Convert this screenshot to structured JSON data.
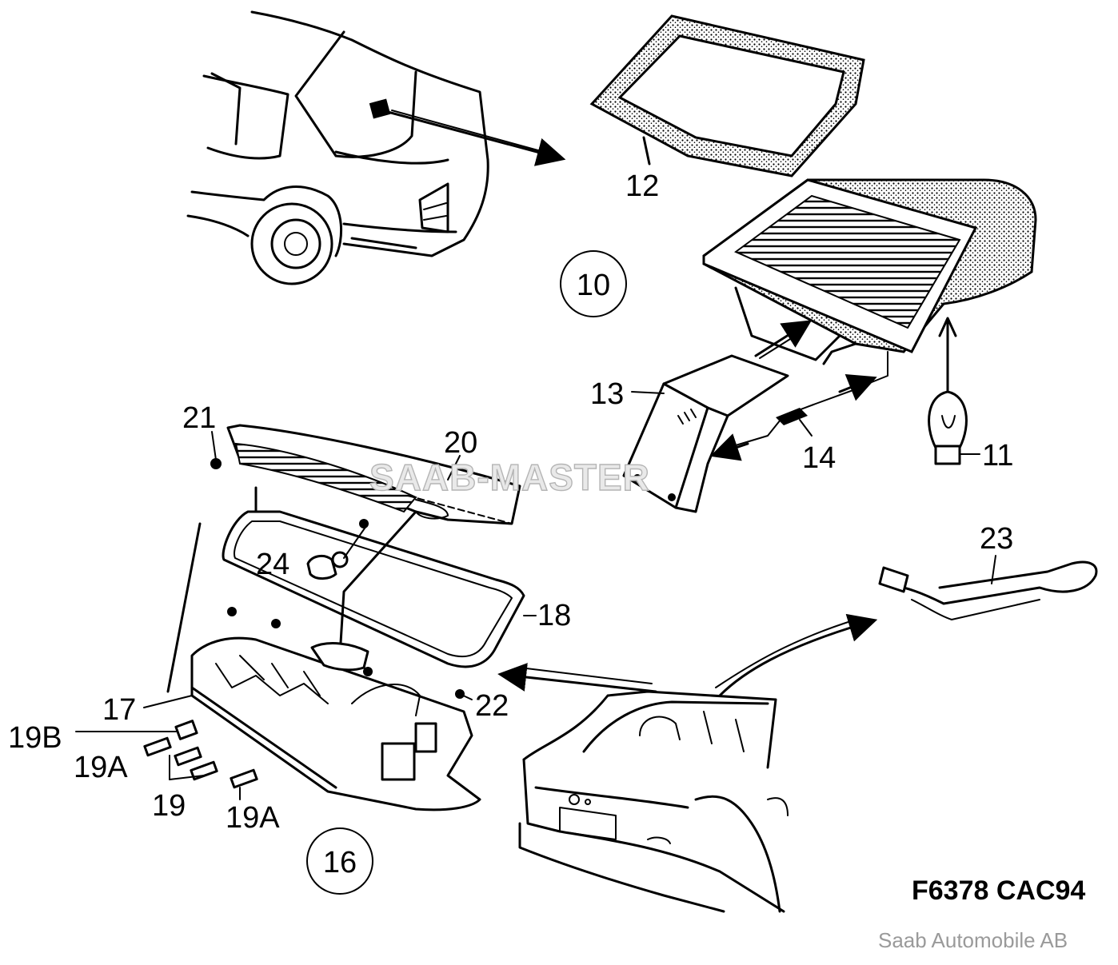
{
  "diagram": {
    "drawing_code": "F6378 CAC94",
    "credit": "Saab Automobile AB",
    "watermark": "SAAB-MASTER",
    "circled_labels": [
      "10",
      "16"
    ],
    "part_labels": {
      "p11": "11",
      "p12": "12",
      "p13": "13",
      "p14": "14",
      "p17": "17",
      "p18": "18",
      "p19": "19",
      "p19a_1": "19A",
      "p19a_2": "19A",
      "p19b": "19B",
      "p20": "20",
      "p21": "21",
      "p22": "22",
      "p23": "23",
      "p24": "24"
    }
  }
}
